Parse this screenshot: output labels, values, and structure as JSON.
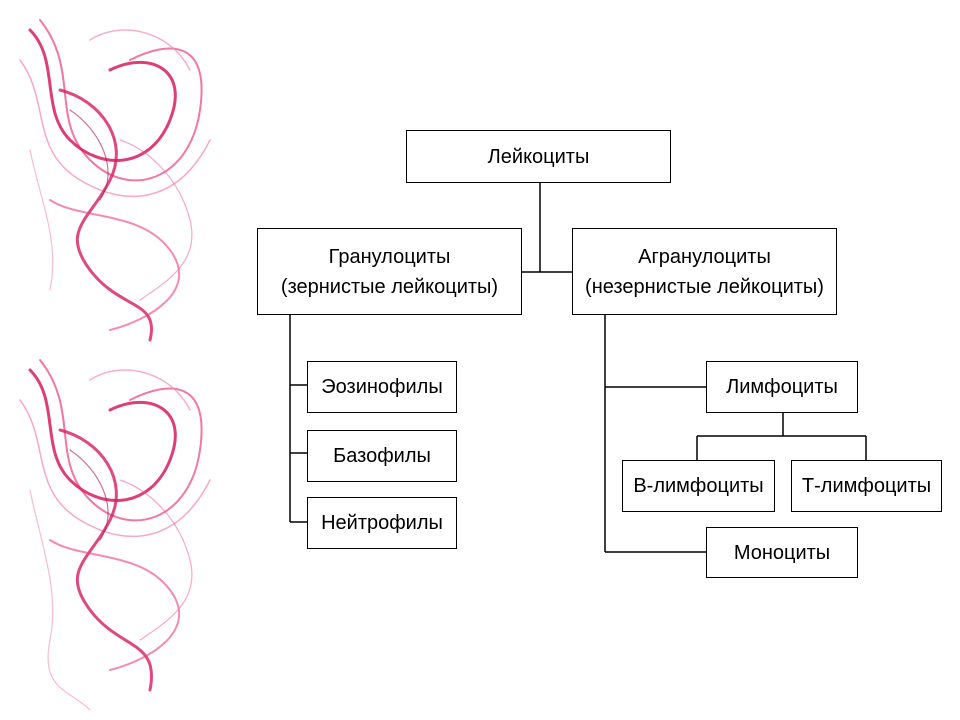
{
  "colors": {
    "ornament": "#d81b60",
    "ornament_light": "#f48fb1",
    "line": "#000000",
    "box_border": "#000000",
    "text": "#000000"
  },
  "diagram": {
    "root": "Лейкоциты",
    "granulocytes": {
      "title": "Гранулоциты",
      "subtitle": "(зернистые лейкоциты)",
      "children": [
        "Эозинофилы",
        "Базофилы",
        "Нейтрофилы"
      ]
    },
    "agranulocytes": {
      "title": "Агранулоциты",
      "subtitle": "(незернистые лейкоциты)",
      "lymphocytes": {
        "title": "Лимфоциты",
        "children": [
          "В-лимфоциты",
          "Т-лимфоциты"
        ]
      },
      "monocytes": "Моноциты"
    }
  }
}
